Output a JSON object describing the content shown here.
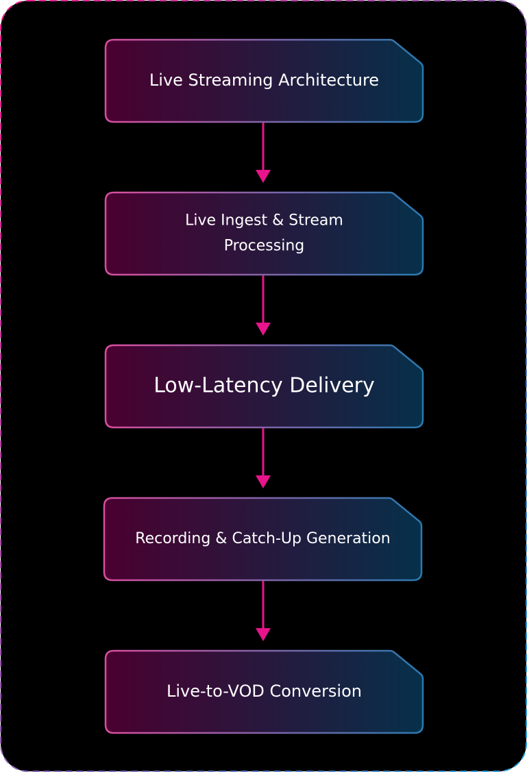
{
  "diagram": {
    "type": "flowchart",
    "direction": "top-to-bottom",
    "colors": {
      "background": "#000000",
      "frame_border_start": "#ee1d8c",
      "frame_border_end": "#2a9fd8",
      "node_fill_start": "#4a0030",
      "node_fill_end": "#06304a",
      "node_border_start": "#d94fa0",
      "node_border_end": "#2a7ab0",
      "arrow": "#e8148c",
      "text": "#ffffff"
    },
    "nodes": [
      {
        "id": "n1",
        "lines": [
          "Live Streaming Architecture"
        ]
      },
      {
        "id": "n2",
        "lines": [
          "Live Ingest & Stream",
          "Processing"
        ]
      },
      {
        "id": "n3",
        "lines": [
          "Low-Latency Delivery"
        ]
      },
      {
        "id": "n4",
        "lines": [
          "Recording & Catch-Up Generation"
        ]
      },
      {
        "id": "n5",
        "lines": [
          "Live-to-VOD Conversion"
        ]
      }
    ],
    "edges": [
      {
        "from": "n1",
        "to": "n2"
      },
      {
        "from": "n2",
        "to": "n3"
      },
      {
        "from": "n3",
        "to": "n4"
      },
      {
        "from": "n4",
        "to": "n5"
      }
    ]
  }
}
